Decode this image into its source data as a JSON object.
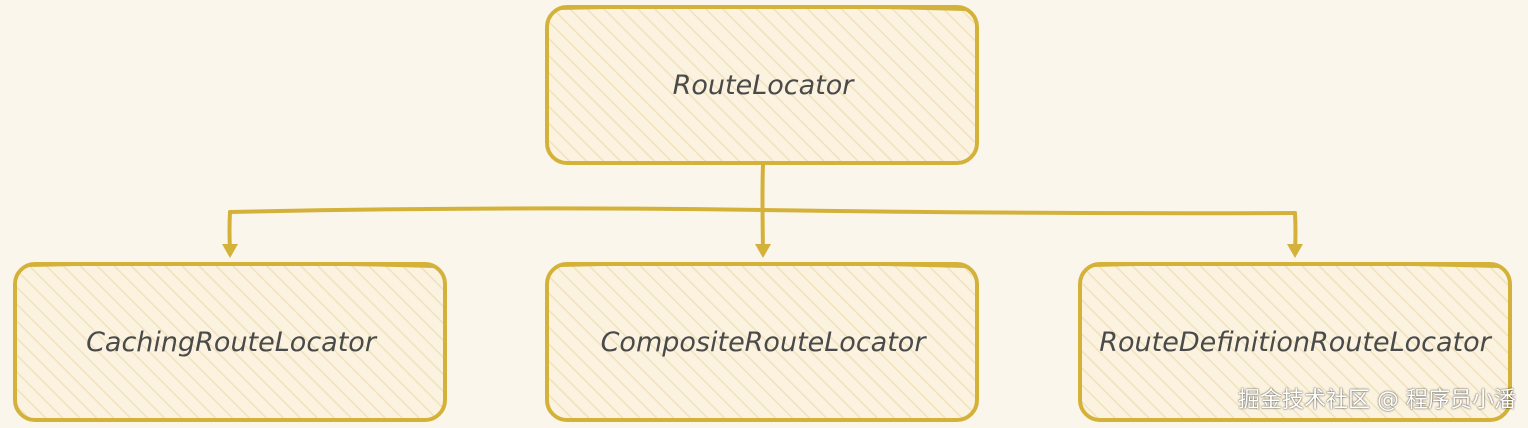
{
  "nodes": {
    "root": {
      "label": "RouteLocator"
    },
    "caching": {
      "label": "CachingRouteLocator"
    },
    "composite": {
      "label": "CompositeRouteLocator"
    },
    "definition": {
      "label": "RouteDefinitionRouteLocator"
    }
  },
  "watermark": "掘金技术社区 @ 程序员小潘",
  "colors": {
    "background": "#faf6ec",
    "stroke": "#d4b23a",
    "fill": "#fbf3df",
    "hatch": "#f0e2bd",
    "text": "#4a4a4a"
  }
}
